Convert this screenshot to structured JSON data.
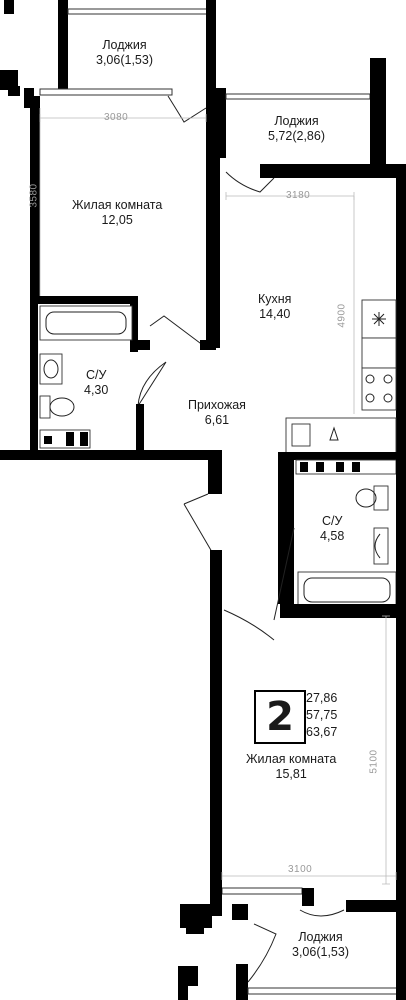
{
  "rooms": [
    {
      "name": "Лоджия",
      "area": "3,06(1,53)"
    },
    {
      "name": "Лоджия",
      "area": "5,72(2,86)"
    },
    {
      "name": "Жилая комната",
      "area": "12,05"
    },
    {
      "name": "Кухня",
      "area": "14,40"
    },
    {
      "name": "С/У",
      "area": "4,30"
    },
    {
      "name": "Прихожая",
      "area": "6,61"
    },
    {
      "name": "С/У",
      "area": "4,58"
    },
    {
      "name": "Жилая комната",
      "area": "15,81"
    },
    {
      "name": "Лоджия",
      "area": "3,06(1,53)"
    }
  ],
  "dimensions": [
    "3080",
    "3580",
    "3180",
    "4900",
    "5100",
    "3100"
  ],
  "apartment": {
    "rooms_count": "2",
    "area_living": "27,86",
    "area_total": "57,75",
    "area_with_loggias": "63,67"
  }
}
